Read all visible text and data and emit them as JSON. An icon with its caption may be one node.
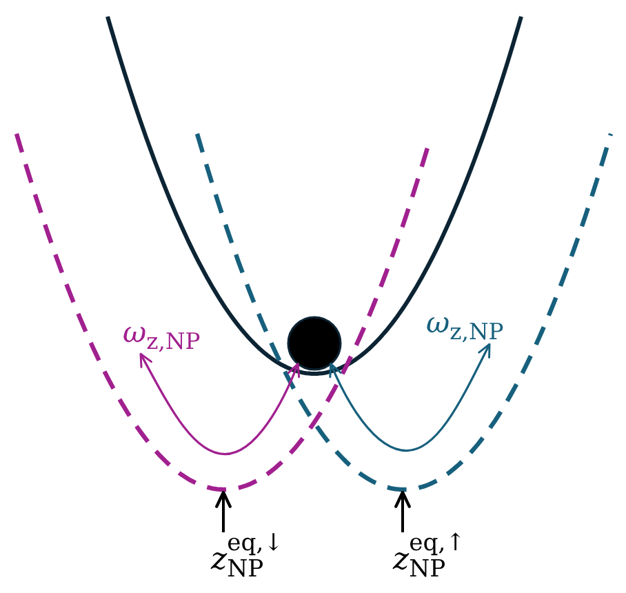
{
  "diagram": {
    "nodes": [
      {
        "text": [
          "*ω*$_{z,NP}$"
        ]
      },
      {
        "text": [],
        "shape": "circle"
      },
      {
        "text": [
          "*ω*$_{z,NP}$"
        ]
      },
      {
        "text": [
          "*z*$_{NP}$$^{eq,↓}$"
        ]
      },
      {
        "text": [
          "*z*$_{NP}$$^{eq,↑}$"
        ]
      }
    ],
    "edges": [
      {
        "from": 1,
        "to": 0,
        "arrow": "both",
        "color": "#a1208f"
      },
      {
        "from": 1,
        "to": 2,
        "arrow": "both",
        "color": "#17607d"
      },
      {
        "from": 3,
        "to": null,
        "arrow": "to"
      },
      {
        "from": 4,
        "to": null,
        "arrow": "to"
      }
    ]
  }
}
